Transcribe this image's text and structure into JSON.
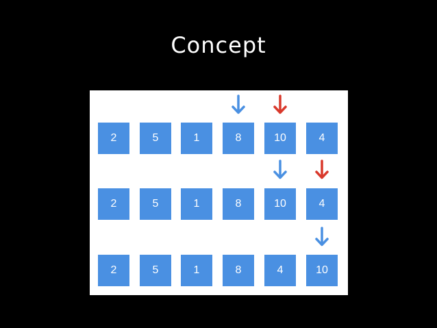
{
  "slide": {
    "title": "Concept"
  },
  "diagram": {
    "colors": {
      "cell": "#4a90e2",
      "cell_text": "#ffffff",
      "arrow_compare": "#4a90e2",
      "arrow_swap": "#d9392c",
      "panel": "#ffffff"
    },
    "rows": [
      {
        "values": [
          "2",
          "5",
          "1",
          "8",
          "10",
          "4"
        ],
        "arrows": [
          {
            "index": 3,
            "color": "blue"
          },
          {
            "index": 4,
            "color": "red"
          }
        ]
      },
      {
        "values": [
          "2",
          "5",
          "1",
          "8",
          "10",
          "4"
        ],
        "arrows": [
          {
            "index": 4,
            "color": "blue"
          },
          {
            "index": 5,
            "color": "red"
          }
        ]
      },
      {
        "values": [
          "2",
          "5",
          "1",
          "8",
          "4",
          "10"
        ],
        "arrows": [
          {
            "index": 5,
            "color": "blue"
          }
        ]
      }
    ]
  }
}
